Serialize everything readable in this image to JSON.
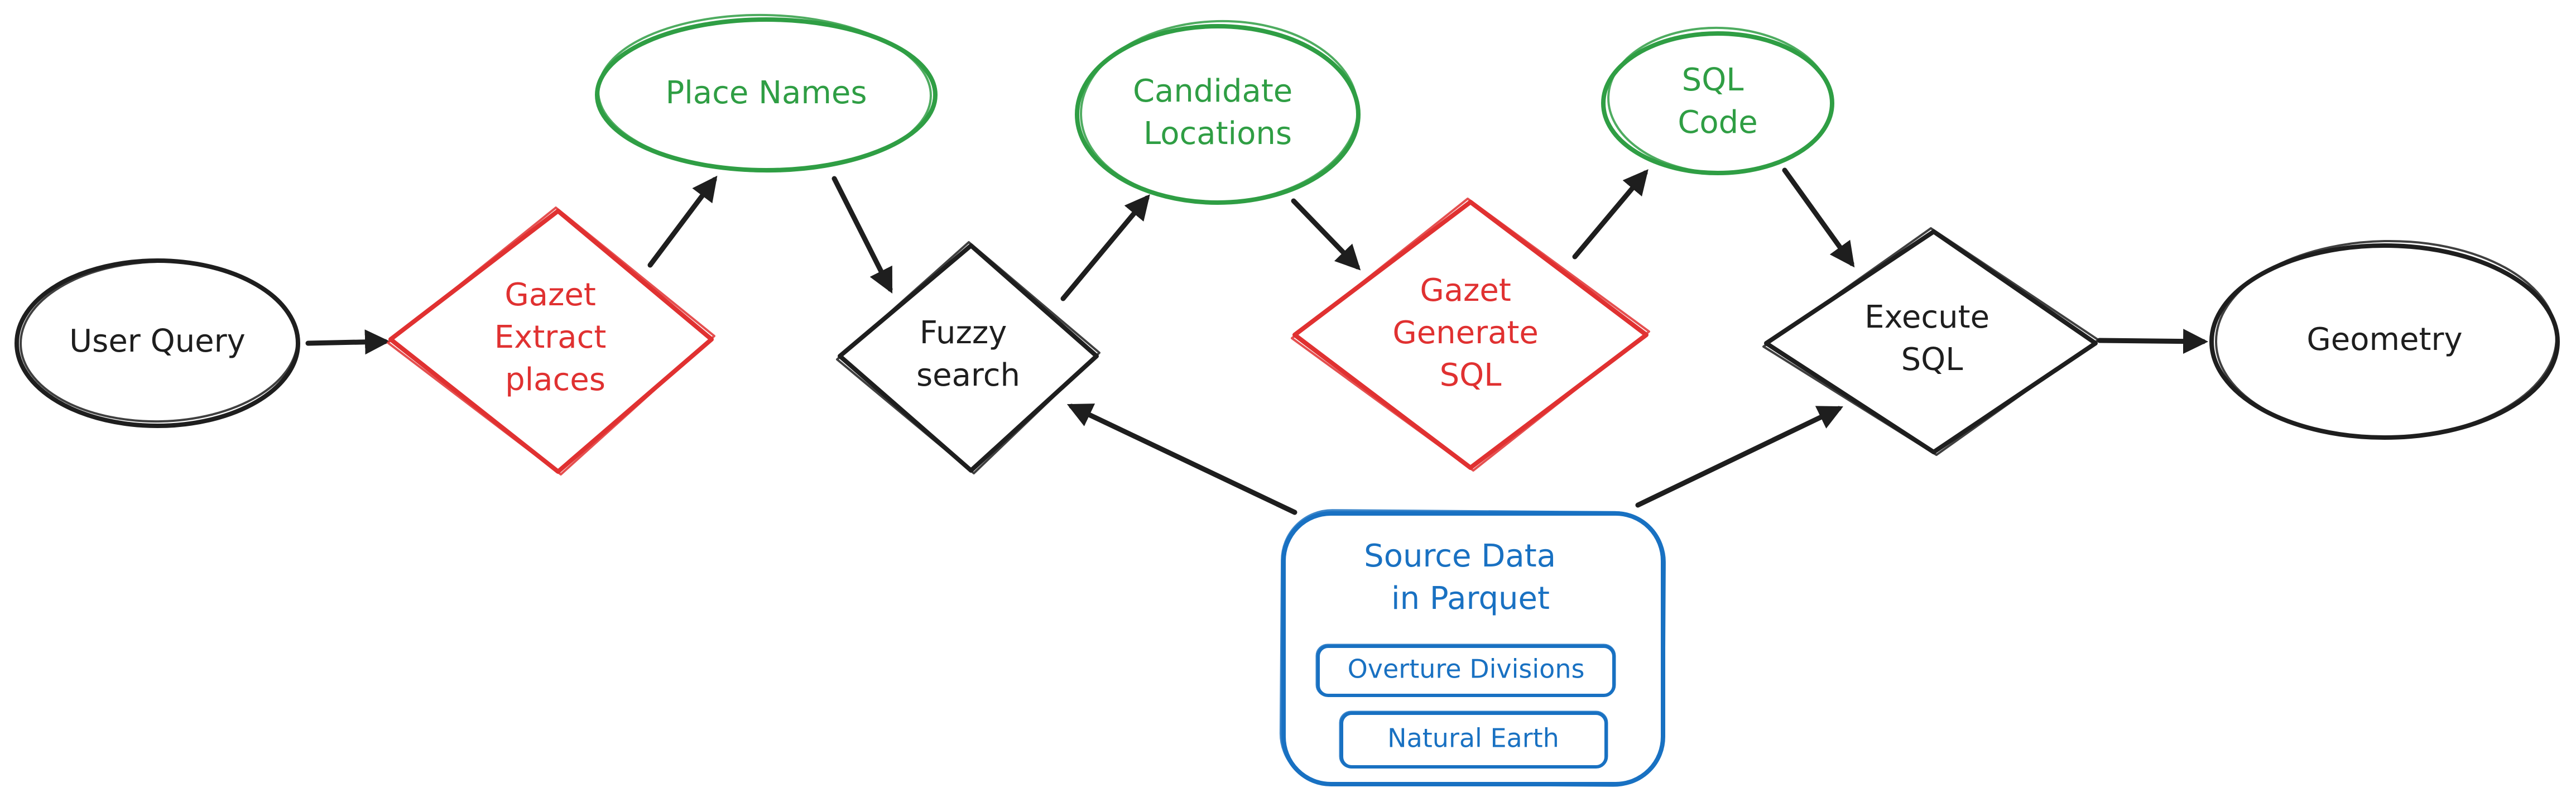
{
  "colors": {
    "black": "#1e1e1e",
    "red": "#e03131",
    "green": "#2f9e44",
    "blue": "#1971c2"
  },
  "nodes": {
    "user_query": {
      "lines": [
        "User Query"
      ]
    },
    "gazet_extract": {
      "lines": [
        "Gazet",
        "Extract",
        "places"
      ]
    },
    "place_names": {
      "lines": [
        "Place Names"
      ]
    },
    "fuzzy_search": {
      "lines": [
        "Fuzzy",
        "search"
      ]
    },
    "candidate_locations": {
      "lines": [
        "Candidate",
        "Locations"
      ]
    },
    "gazet_generate": {
      "lines": [
        "Gazet",
        "Generate",
        "SQL"
      ]
    },
    "sql_code": {
      "lines": [
        "SQL",
        "Code"
      ]
    },
    "execute_sql": {
      "lines": [
        "Execute",
        "SQL"
      ]
    },
    "geometry": {
      "lines": [
        "Geometry"
      ]
    },
    "source_data": {
      "lines": [
        "Source Data",
        "in Parquet"
      ],
      "items": [
        "Overture Divisions",
        "Natural Earth"
      ]
    }
  }
}
